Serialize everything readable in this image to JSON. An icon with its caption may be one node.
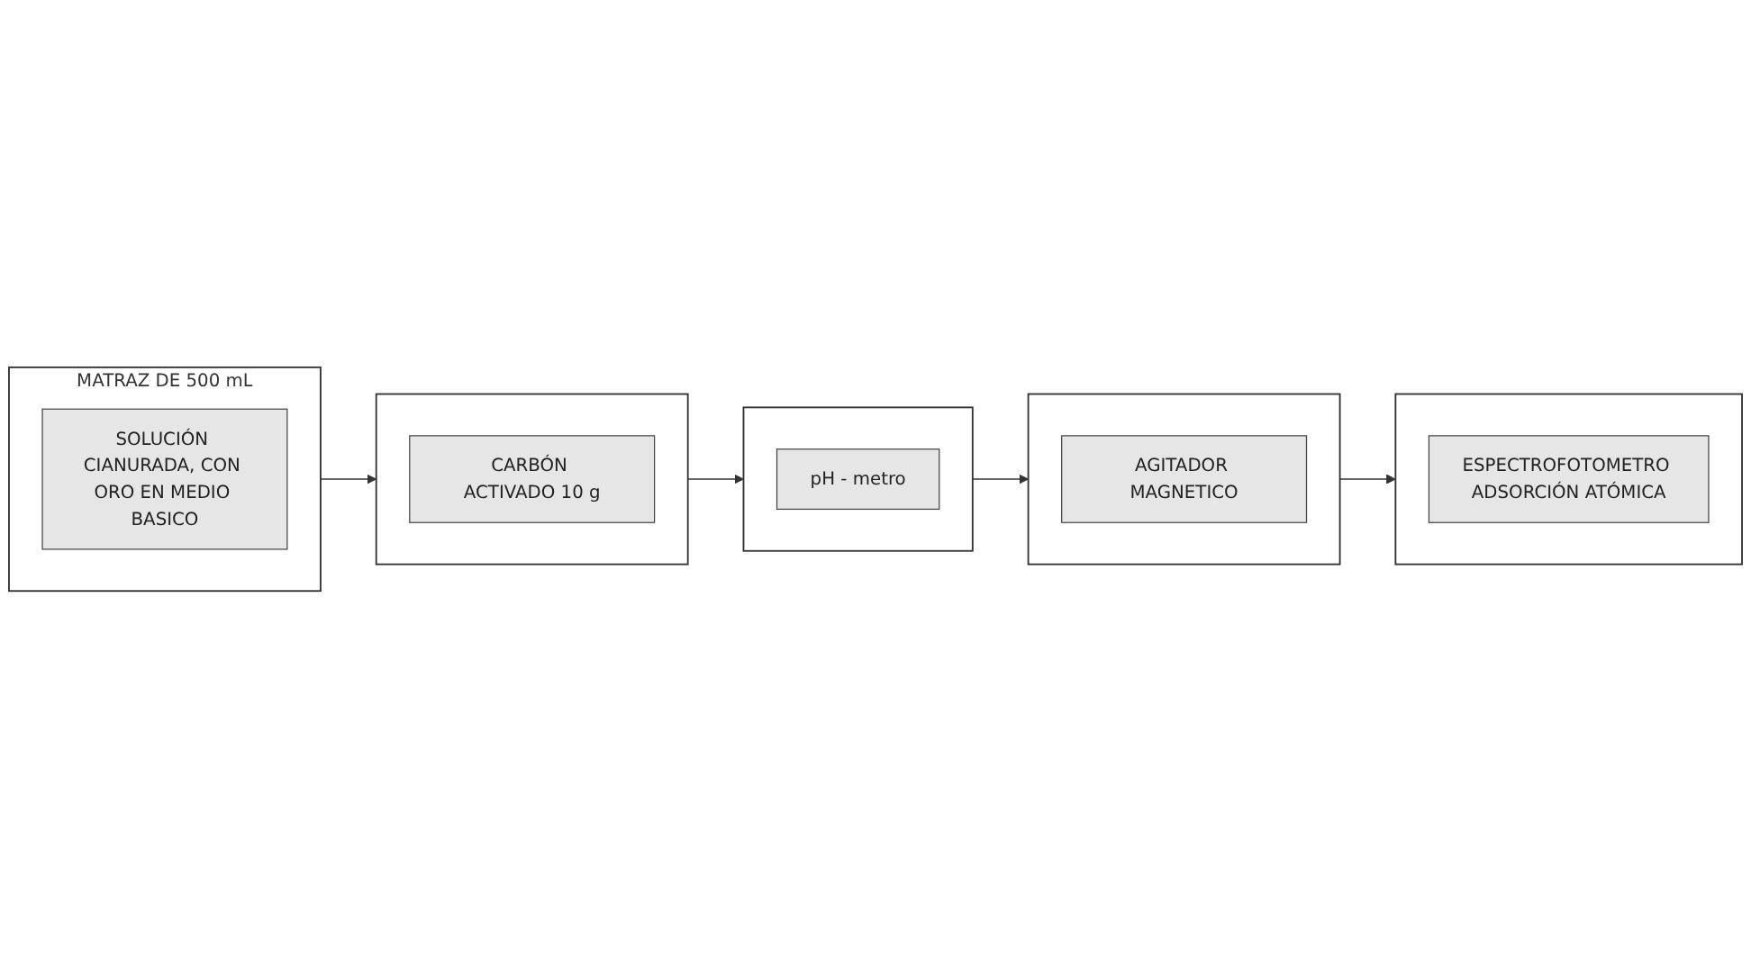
{
  "diagram": {
    "nodes": [
      {
        "text": [
          "MATRAZ DE 500 mL"
        ]
      },
      {
        "text": [
          "SOLUCIÓN CIANURADA, CON ORO EN MEDIO BASICO"
        ],
        "in": 0
      },
      {
        "text": [],
        "shape": "box"
      },
      {
        "text": [
          "CARBÓN ACTIVADO 10 g"
        ],
        "in": 2
      },
      {
        "text": [],
        "shape": "box"
      },
      {
        "text": [
          "pH - metro"
        ],
        "in": 4
      },
      {
        "text": [],
        "shape": "box"
      },
      {
        "text": [
          "ESPECTROFOTOMETRO ADSORCIÓN ATÓMICA"
        ],
        "in": 6
      },
      {
        "text": [],
        "shape": "box"
      },
      {
        "text": [
          "AGITADOR MAGNETICO"
        ],
        "in": 8
      }
    ],
    "edges": [
      {
        "from": 0,
        "to": 2,
        "arrow": "to"
      },
      {
        "from": 2,
        "to": 4,
        "arrow": "to"
      },
      {
        "from": 4,
        "to": 8,
        "arrow": "to"
      },
      {
        "from": 8,
        "to": 6,
        "arrow": "to"
      }
    ]
  }
}
